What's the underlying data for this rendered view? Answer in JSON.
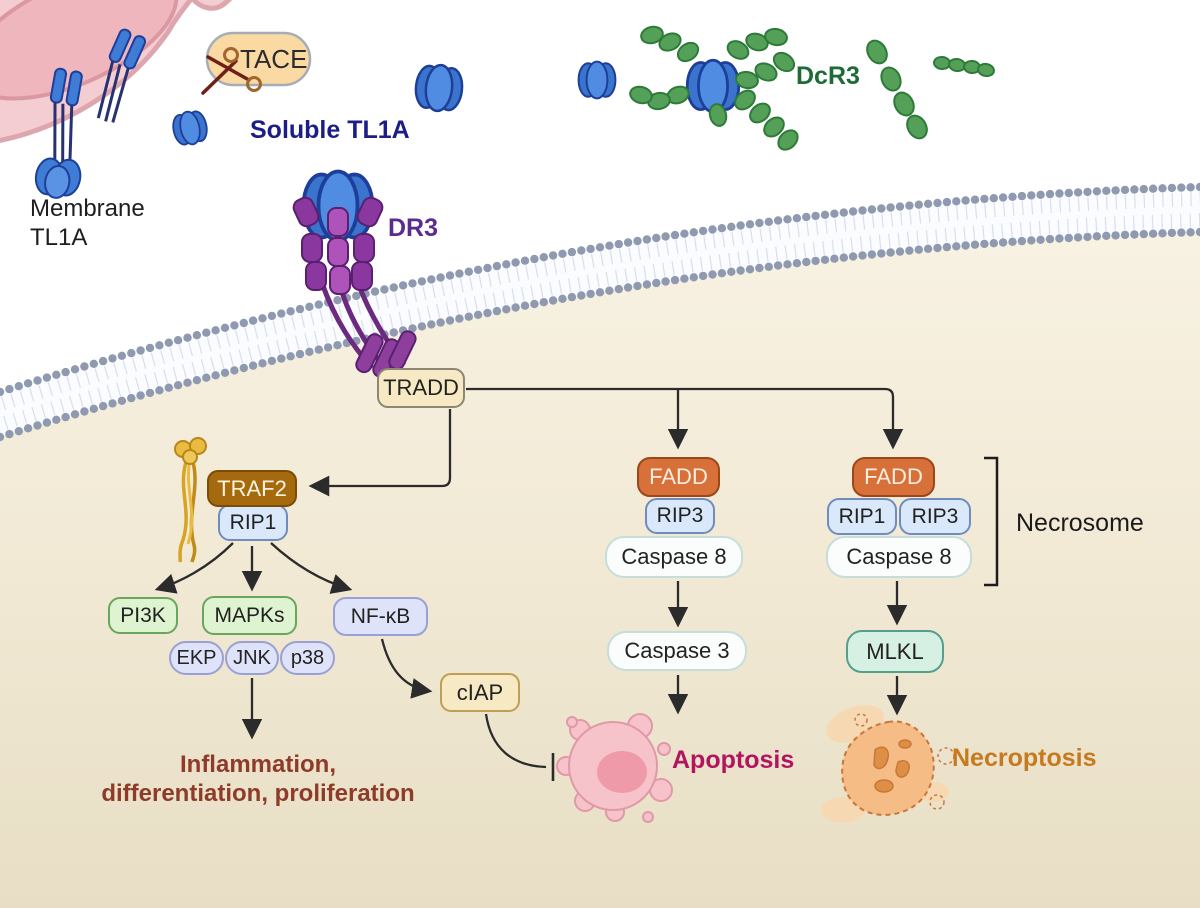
{
  "palette": {
    "cell_interior": "#f2ead6",
    "membrane_head": "#8f9ab0",
    "source_cell_pink": "#f3cdd1",
    "tl1a_blue": "#3f7cd6",
    "dr3_purple": "#8a38a0",
    "dcr3_green": "#55a058",
    "soluble_tl1a_text": "#1c1e86",
    "dr3_text": "#5c2b8e",
    "dcr3_text": "#1e6b35",
    "apoptosis_text": "#b2155e",
    "necroptosis_text": "#c7791f",
    "inflammation_text": "#8e3b2a"
  },
  "icons": {
    "tace_scissors": "scissors-icon",
    "traf2_coil": "coiled-coil-icon",
    "tl1a_trimer": "tl1a-trimer-icon",
    "dcr3_beads": "dcr3-bead-chain-icon",
    "lipid_bilayer": "membrane-bilayer",
    "apoptotic_cell": "apoptotic-cell-icon",
    "necroptotic_cell": "necroptotic-cell-icon"
  },
  "extracellular": {
    "tace_label": "TACE",
    "soluble_tl1a": "Soluble TL1A",
    "membrane_tl1a": {
      "line1": "Membrane",
      "line2": "TL1A"
    },
    "dcr3": "DcR3",
    "dr3": "DR3"
  },
  "pathway": {
    "tradd": "TRADD",
    "traf2": "TRAF2",
    "rip1": "RIP1",
    "pi3k": "PI3K",
    "mapks": "MAPKs",
    "nfkb": "NF-κB",
    "ekp": "EKP",
    "jnk": "JNK",
    "p38": "p38",
    "ciap": "cIAP"
  },
  "apoptosis_branch": {
    "fadd": "FADD",
    "rip3": "RIP3",
    "caspase8": "Caspase 8",
    "caspase3": "Caspase 3",
    "outcome": "Apoptosis"
  },
  "necroptosis_branch": {
    "fadd": "FADD",
    "rip1": "RIP1",
    "rip3": "RIP3",
    "caspase8": "Caspase 8",
    "mlkl": "MLKL",
    "complex": "Necrosome",
    "outcome": "Necroptosis"
  },
  "outcomes": {
    "inflammation_line1": "Inflammation,",
    "inflammation_line2": "differentiation, proliferation"
  }
}
